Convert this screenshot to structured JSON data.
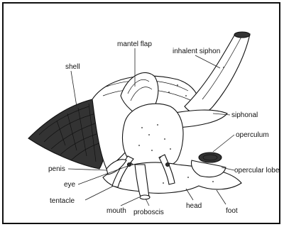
{
  "labels": {
    "mantel_flap": "mantel flap",
    "inhalent_siphon": "inhalent siphon",
    "shell": "shell",
    "siphonal": "siphonal",
    "operculum": "operculum",
    "opercular_lobe": "opercular lobe",
    "penis": "penis",
    "eye": "eye",
    "tentacle": "tentacle",
    "mouth": "mouth",
    "proboscis": "proboscis",
    "head": "head",
    "foot": "foot"
  }
}
